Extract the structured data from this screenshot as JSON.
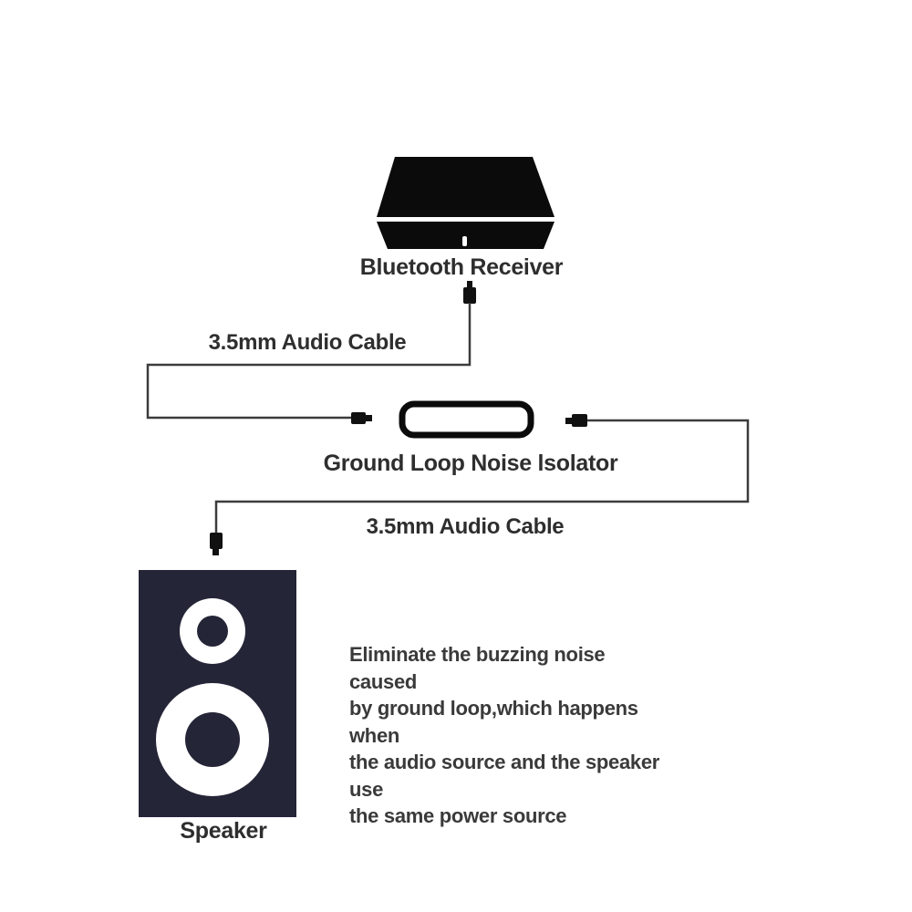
{
  "colors": {
    "background": "#ffffff",
    "device_black": "#0b0b0b",
    "speaker_body": "#252538",
    "cable_line": "#3c3c3c",
    "label_text": "#2e2e2e",
    "paragraph_text": "#3a3a3a"
  },
  "diagram": {
    "receiver_label": "Bluetooth Receiver",
    "cable_top_label": "3.5mm Audio Cable",
    "isolator_label": "Ground Loop Noise lsolator",
    "cable_bottom_label": "3.5mm Audio Cable",
    "speaker_label": "Speaker",
    "description": "Eliminate the buzzing noise caused\nby ground loop,which happens when\nthe audio source and the speaker use\nthe same power source"
  }
}
